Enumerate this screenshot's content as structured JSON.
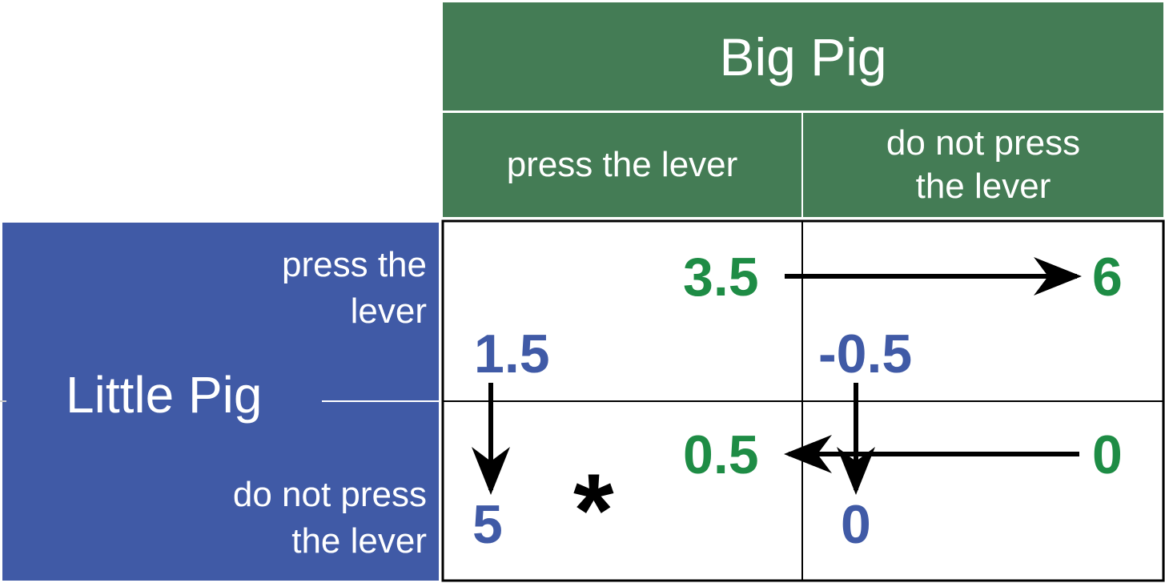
{
  "big_pig": {
    "title": "Big Pig",
    "strategies": [
      {
        "line1": "press the lever",
        "line2": ""
      },
      {
        "line1": "do not press",
        "line2": "the lever"
      }
    ]
  },
  "little_pig": {
    "title": "Little Pig",
    "strategies": [
      {
        "line1": "press the",
        "line2": "lever"
      },
      {
        "line1": "do not press",
        "line2": "the lever"
      }
    ]
  },
  "payoffs": {
    "press_press": {
      "big": "3.5",
      "little": "1.5"
    },
    "press_nopress": {
      "big": "6",
      "little": "-0.5"
    },
    "nopress_press": {
      "big": "0.5",
      "little": "5"
    },
    "nopress_nopress": {
      "big": "0",
      "little": "0"
    }
  },
  "equilibrium_marker": "*",
  "colors": {
    "big_pig_header": "#447c55",
    "big_pig_payoff": "#1e8c45",
    "little_pig": "#405aa6",
    "arrow": "#000000"
  }
}
